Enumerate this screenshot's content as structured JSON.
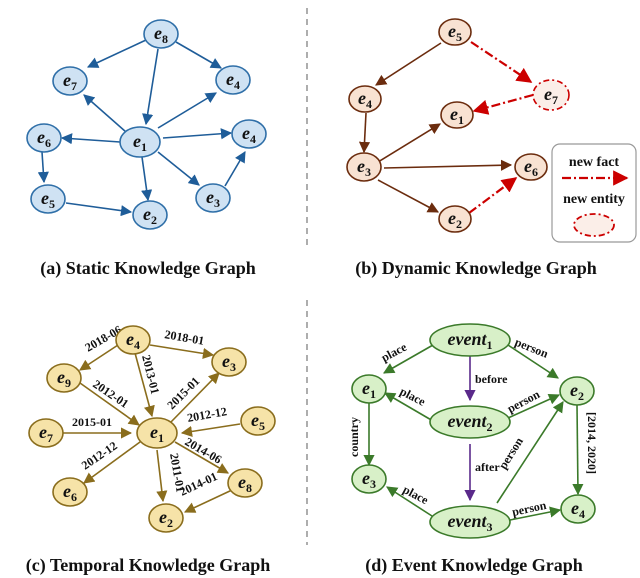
{
  "colors": {
    "static_fill": "#cfe2f3",
    "static_stroke": "#2f6fa8",
    "dynamic_fill": "#f8e2d2",
    "dynamic_stroke": "#6b2c0e",
    "new_red": "#cc0000",
    "temporal_fill": "#f6e3a8",
    "temporal_stroke": "#8a6d1d",
    "event_fill": "#d8f0c8",
    "event_stroke": "#3b7a2a",
    "event_purple": "#5a2a8a",
    "divider": "#777777"
  },
  "panel_a": {
    "caption": "(a) Static Knowledge Graph",
    "nodes": [
      {
        "id": "e8",
        "base": "e",
        "sub": "8"
      },
      {
        "id": "e7",
        "base": "e",
        "sub": "7"
      },
      {
        "id": "e4",
        "base": "e",
        "sub": "4"
      },
      {
        "id": "e6",
        "base": "e",
        "sub": "6"
      },
      {
        "id": "e1",
        "base": "e",
        "sub": "1"
      },
      {
        "id": "e4b",
        "base": "e",
        "sub": "4"
      },
      {
        "id": "e5",
        "base": "e",
        "sub": "5"
      },
      {
        "id": "e2",
        "base": "e",
        "sub": "2"
      },
      {
        "id": "e3",
        "base": "e",
        "sub": "3"
      }
    ]
  },
  "panel_b": {
    "caption": "(b) Dynamic Knowledge Graph",
    "nodes": [
      {
        "id": "e5",
        "base": "e",
        "sub": "5"
      },
      {
        "id": "e7",
        "base": "e",
        "sub": "7"
      },
      {
        "id": "e4",
        "base": "e",
        "sub": "4"
      },
      {
        "id": "e1",
        "base": "e",
        "sub": "1"
      },
      {
        "id": "e3",
        "base": "e",
        "sub": "3"
      },
      {
        "id": "e6",
        "base": "e",
        "sub": "6"
      },
      {
        "id": "e2",
        "base": "e",
        "sub": "2"
      }
    ],
    "legend": {
      "new_fact": "new fact",
      "new_entity": "new entity"
    }
  },
  "panel_c": {
    "caption": "(c) Temporal Knowledge Graph",
    "nodes": [
      {
        "id": "e4",
        "base": "e",
        "sub": "4"
      },
      {
        "id": "e9",
        "base": "e",
        "sub": "9"
      },
      {
        "id": "e3",
        "base": "e",
        "sub": "3"
      },
      {
        "id": "e7",
        "base": "e",
        "sub": "7"
      },
      {
        "id": "e1",
        "base": "e",
        "sub": "1"
      },
      {
        "id": "e5",
        "base": "e",
        "sub": "5"
      },
      {
        "id": "e6",
        "base": "e",
        "sub": "6"
      },
      {
        "id": "e8",
        "base": "e",
        "sub": "8"
      },
      {
        "id": "e2",
        "base": "e",
        "sub": "2"
      }
    ],
    "edge_labels": {
      "e4_e9": "2018-06",
      "e4_e3": "2018-01",
      "e4_e1": "2013-01",
      "e9_e1": "2012-01",
      "e1_e3": "2015-01",
      "e7_e1": "2015-01",
      "e5_e1": "2012-12",
      "e1_e6": "2012-12",
      "e1_e8": "2014-06",
      "e1_e2": "2011-01",
      "e8_e2": "2014-01"
    }
  },
  "panel_d": {
    "caption": "(d) Event Knowledge Graph",
    "nodes": [
      {
        "id": "ev1",
        "base": "event",
        "sub": "1"
      },
      {
        "id": "ev2",
        "base": "event",
        "sub": "2"
      },
      {
        "id": "ev3",
        "base": "event",
        "sub": "3"
      },
      {
        "id": "e1",
        "base": "e",
        "sub": "1"
      },
      {
        "id": "e2",
        "base": "e",
        "sub": "2"
      },
      {
        "id": "e3",
        "base": "e",
        "sub": "3"
      },
      {
        "id": "e4",
        "base": "e",
        "sub": "4"
      }
    ],
    "edge_labels": {
      "ev1_e1": "place",
      "ev1_e2": "person",
      "ev1_ev2": "before",
      "ev2_e1": "place",
      "ev2_e2": "person",
      "e1_e3": "country",
      "ev2_ev3": "after",
      "ev3_e2": "person",
      "e2_e4": "[2014, 2020]",
      "ev3_e3": "place",
      "ev3_e4": "person"
    }
  }
}
